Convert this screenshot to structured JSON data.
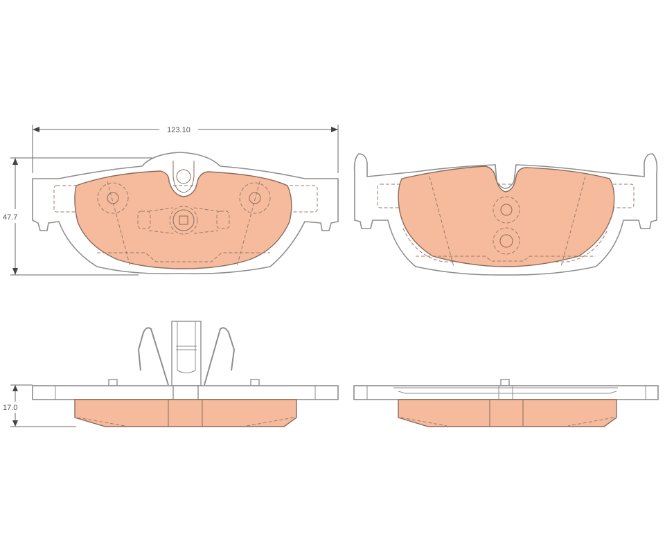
{
  "drawing": {
    "title": "Brake pad set technical drawing",
    "dimensions": {
      "width": "123.10",
      "height": "47.7",
      "thickness": "17.0"
    },
    "colors": {
      "friction_material": "#f5bb9c",
      "outline": "#8e8e8e"
    }
  }
}
